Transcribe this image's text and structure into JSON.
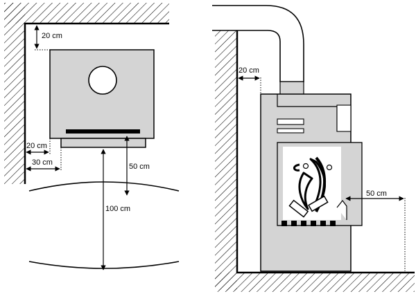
{
  "front_view": {
    "top_clearance": "20 cm",
    "side_clearance_stove": "20 cm",
    "side_clearance_base": "30 cm",
    "front_clearance_inner": "50 cm",
    "front_clearance_outer": "100 cm"
  },
  "side_view": {
    "back_clearance": "20 cm",
    "front_clearance": "50 cm"
  },
  "colors": {
    "stove_fill": "#d4d4d4",
    "line": "#000000",
    "background": "#ffffff"
  }
}
